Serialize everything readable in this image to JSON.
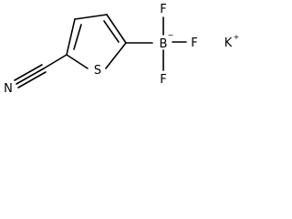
{
  "molecule": {
    "ring_heteroatom": "S",
    "nitrile_nitrogen": "N",
    "boron": "B",
    "boron_charge": "−",
    "fluorine_top": "F",
    "fluorine_right": "F",
    "fluorine_bottom": "F",
    "counterion": "K",
    "counterion_charge": "+"
  }
}
